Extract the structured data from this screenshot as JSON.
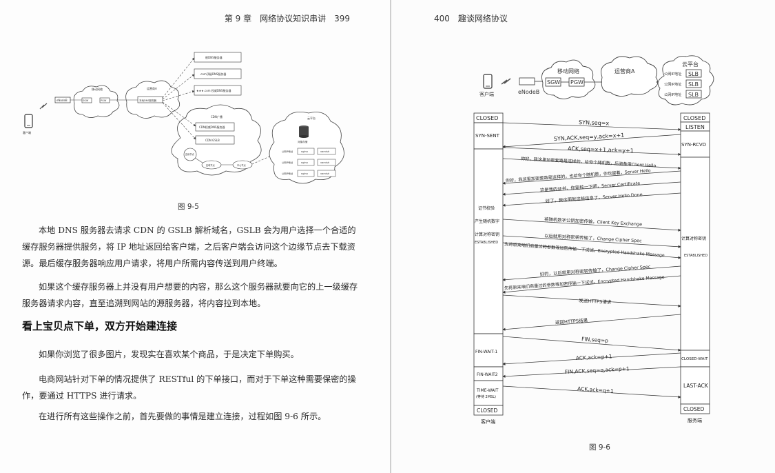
{
  "left_page": {
    "header": "第 9 章　网络协议知识串讲　399",
    "figure": {
      "caption": "图 9-5",
      "labels": {
        "client": "客户端",
        "enodeb": "eNodeB",
        "mobile_net": "移动网络",
        "sgw": "SGW",
        "pgw": "PGW",
        "carrier": "运营商A",
        "local_dns": "本地DNS服务器",
        "root_dns": "根DNS服务器",
        "com_dns": ".com顶级DNS服务器",
        "xxx_dns": "★★★.com 权威DNS服务器",
        "cdn_net": "CDN广播",
        "cdn_dns": "CDN权威DNS服务器",
        "cdn_gslb": "CDN GSLB",
        "edge_node": "边缘节点",
        "region_node": "区域节点",
        "center_node": "中心节点",
        "cloud": "云平台",
        "storage": "对象存储",
        "slb1": "公网IP地址",
        "slb2": "公网IP地址",
        "slb3": "公网IP地址",
        "nginx": "nginx",
        "varnish": "varnish"
      }
    },
    "paragraphs": [
      "本地 DNS 服务器去请求 CDN 的 GSLB 解析域名，GSLB 会为用户选择一个合适的缓存服务器提供服务，将 IP 地址返回给客户端，之后客户端会访问这个边缘节点去下载资源。最后缓存服务器响应用户请求，将用户所需内容传送到用户终端。",
      "如果这个缓存服务器上并没有用户想要的内容，那么这个服务器就要向它的上一级缓存服务器请求内容，直至追溯到网站的源服务器，将内容拉到本地。"
    ],
    "section_title": "看上宝贝点下单，双方开始建连接",
    "paragraphs2": [
      "如果你浏览了很多图片，发现实在喜欢某个商品，于是决定下单购买。",
      "电商网站针对下单的情况提供了 RESTful 的下单接口，而对于下单这种需要保密的操作，要通过 HTTPS 进行请求。",
      "在进行所有这些操作之前，首先要做的事情是建立连接，过程如图 9-6 所示。"
    ]
  },
  "right_page": {
    "header": "400　趣谈网络协议",
    "figure": {
      "caption": "图 9-6",
      "top": {
        "client": "客户端",
        "enodeb": "eNodeB",
        "mobile_net": "移动网络",
        "sgw": "SGW",
        "pgw": "PGW",
        "carrier": "运营商A",
        "cloud": "云平台",
        "ip1": "公网IP地址",
        "ip2": "公网IP地址",
        "ip3": "公网IP地址",
        "slb": "SLB"
      },
      "client_states": {
        "closed": "CLOSED",
        "syn_sent": "SYN-SENT",
        "cert_check": "证书校验",
        "gen_random": "产生随机数字",
        "calc_key": "计算对称密钥",
        "established": "ESTABLISHED",
        "fin_wait1": "FIN-WAIT-1",
        "fin_wait2": "FIN-WAIT2",
        "time_wait": "TIME-WAIT",
        "time_wait_note": "(等待 2MSL)",
        "closed_end": "CLOSED",
        "bottom_label": "客户端"
      },
      "server_states": {
        "closed": "CLOSED",
        "listen": "LISTEN",
        "syn_rcvd": "SYN-RCVD",
        "calc_key": "计算对称密钥",
        "established": "ESTABLISHED",
        "closed_wait": "CLOSED-WAIT",
        "last_ack": "LAST-ACK",
        "closed_end": "CLOSED",
        "bottom_label": "服务端"
      },
      "messages": [
        "SYN,seq=x",
        "SYN,ACK,seq=y,ack=x+1",
        "ACK,seq=x+1,ack=y+1",
        "你好，我这里加密套路是这样的，给你个随机数，后面备用Client Hello",
        "你好，我这里加密套路是这样的，也给你个随机数，你也留着，Server Hello",
        "这是我的证书，你审核一下吧，Server Certificate",
        "好了，我这面就这些信息了，Server Hello Done",
        "将随机数字公钥加密传输，Client Key Exchange",
        "以后就用对称密钥传输了，Change Cipher Spec",
        "先将原来咱们商量过的参数等加密传输一下试试，Encrypted Handshake Message",
        "好的，以后就用对称密钥传输了，Change Cipher Spec",
        "先将原来咱们商量过的参数等加密传输一下试试，Encrypted Handshake Message",
        "发送HTTPS请求",
        "返回HTTPS结果",
        "FIN,seq=p",
        "ACK,ack=p+1",
        "FIN,ACK,seq=q,ack=p+1",
        "ACK,ack=q+1"
      ]
    }
  }
}
